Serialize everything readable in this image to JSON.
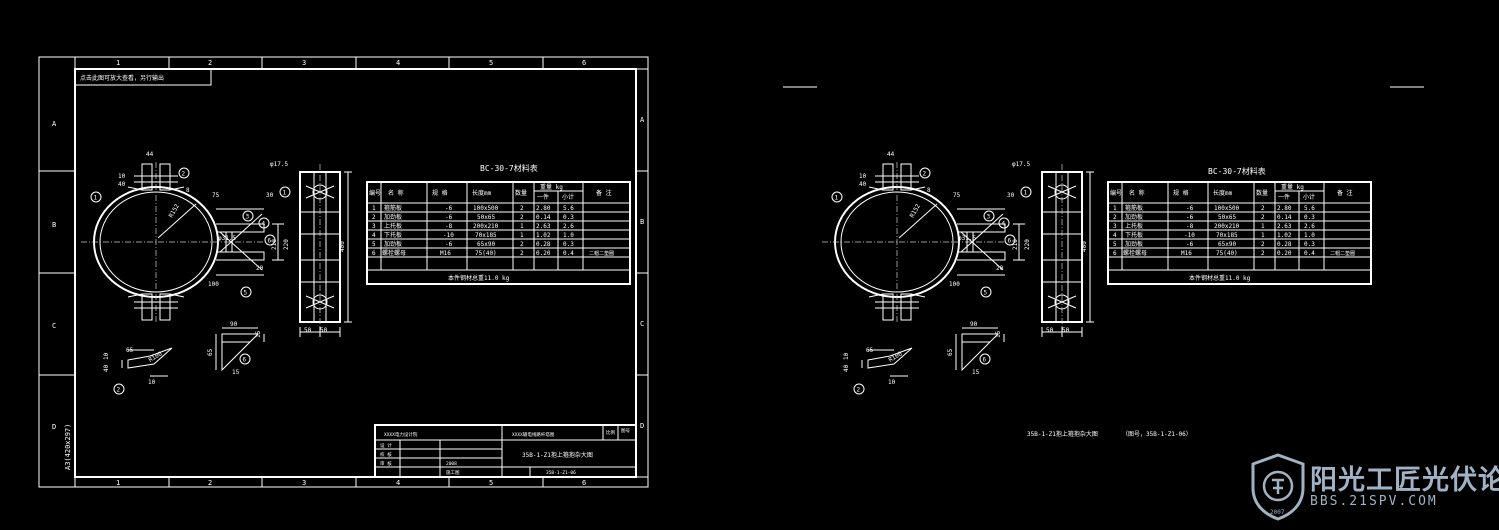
{
  "sheet": {
    "frame_id": "A3(420x297)",
    "top_note": "点击此图可放大查看，另行输出",
    "cols": [
      "1",
      "2",
      "3",
      "4",
      "5",
      "6"
    ],
    "rows": [
      "A",
      "B",
      "C",
      "D"
    ]
  },
  "drawing": {
    "dims": {
      "d44": "44",
      "d40": "40",
      "d10": "10",
      "d8": "8",
      "r152": "R152",
      "d75": "75",
      "d30": "30",
      "phi175": "φ17.5",
      "phi315": "φ31.5",
      "d20": "20",
      "d210": "210",
      "d220": "220",
      "d100": "100",
      "d400": "400",
      "d50a": "50",
      "d50b": "50",
      "d90": "90",
      "d15a": "15",
      "d15b": "15",
      "d65a": "65",
      "d65b": "65",
      "r100": "R100",
      "d10b": "10",
      "d10c": "10",
      "d40b": "40"
    },
    "callouts": [
      "1",
      "2",
      "3",
      "4",
      "5",
      "6",
      "1",
      "2",
      "6"
    ]
  },
  "bom": {
    "title": "BC-30-7材料表",
    "headers": {
      "no": "编号",
      "name": "名 称",
      "spec": "规 格",
      "length": "长度mm",
      "qty": "数量",
      "weight": "重量 kg",
      "w_one": "一件",
      "w_total": "小计",
      "remark": "备 注"
    },
    "rows": [
      {
        "no": "1",
        "name": "箍筋板",
        "spec": "-6",
        "length": "100x500",
        "qty": "2",
        "one": "2.80",
        "total": "5.6",
        "remark": ""
      },
      {
        "no": "2",
        "name": "加劲板",
        "spec": "-6",
        "length": "50x65",
        "qty": "2",
        "one": "0.14",
        "total": "0.3",
        "remark": ""
      },
      {
        "no": "3",
        "name": "上托板",
        "spec": "-8",
        "length": "200x210",
        "qty": "1",
        "one": "2.63",
        "total": "2.6",
        "remark": ""
      },
      {
        "no": "4",
        "name": "下托板",
        "spec": "-10",
        "length": "70x185",
        "qty": "1",
        "one": "1.02",
        "total": "1.0",
        "remark": ""
      },
      {
        "no": "5",
        "name": "加劲板",
        "spec": "-6",
        "length": "65x90",
        "qty": "2",
        "one": "0.28",
        "total": "0.3",
        "remark": ""
      },
      {
        "no": "6",
        "name": "螺栓螺母",
        "spec": "M16",
        "length": "75(40)",
        "qty": "2",
        "one": "0.20",
        "total": "0.4",
        "remark": "二帽二垫圈"
      }
    ],
    "total": "本件钢材总重11.0 kg"
  },
  "title_block": {
    "company": "XXXX电力设计院",
    "project": "XXXX输电线路杆塔图",
    "drawing_name": "35B-1-Z1抱上箍抱杂大图",
    "drawing_no": "35B-1-Z1-06",
    "scale_label": "比例",
    "sheet_label": "图号",
    "role1": "设 计",
    "role2": "校 核",
    "role3": "审 核",
    "date": "2008",
    "stage": "施工图"
  },
  "right": {
    "caption": "35B-1-Z1抱上箍抱杂大图",
    "caption_ref": "（图号，35B-1-Z1-06）"
  },
  "watermark": {
    "name": "阳光工匠光伏论坛",
    "url": "BBS.21SPV.COM",
    "year": "2007"
  }
}
